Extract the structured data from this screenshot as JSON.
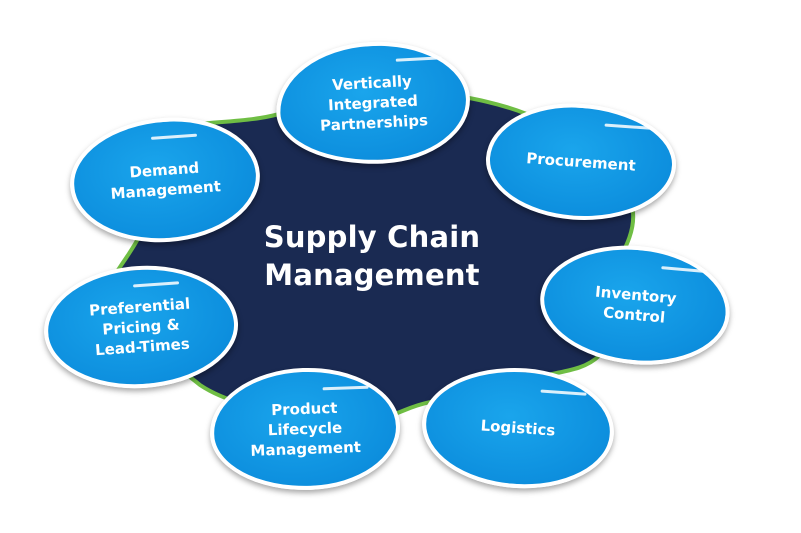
{
  "center": {
    "title_line1": "Supply Chain",
    "title_line2": "Management"
  },
  "nodes": [
    {
      "id": "vertically-integrated-partnerships",
      "lines": [
        "Vertically",
        "Integrated",
        "Partnerships"
      ]
    },
    {
      "id": "procurement",
      "lines": [
        "Procurement"
      ]
    },
    {
      "id": "inventory-control",
      "lines": [
        "Inventory",
        "Control"
      ]
    },
    {
      "id": "logistics",
      "lines": [
        "Logistics"
      ]
    },
    {
      "id": "product-lifecycle-management",
      "lines": [
        "Product",
        "Lifecycle",
        "Management"
      ]
    },
    {
      "id": "preferential-pricing",
      "lines": [
        "Preferential",
        "Pricing &",
        "Lead-Times"
      ]
    },
    {
      "id": "demand-management",
      "lines": [
        "Demand",
        "Management"
      ]
    }
  ],
  "colors": {
    "hub_fill": "#1a2a52",
    "hub_outline": "#6fbe44",
    "bubble_fill": "#0d8fde",
    "bubble_border": "#ffffff",
    "text": "#ffffff"
  }
}
